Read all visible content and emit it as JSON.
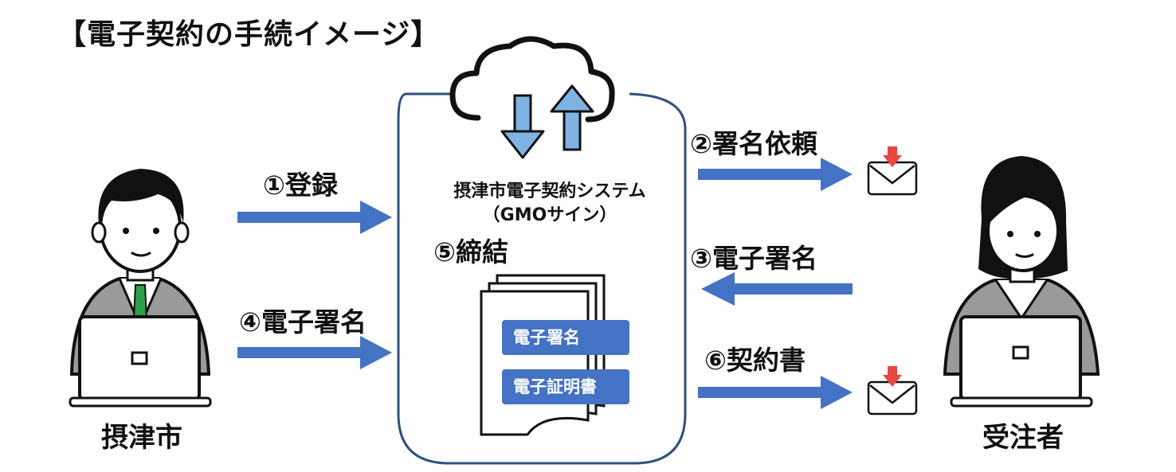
{
  "title": "【電子契約の手続イメージ】",
  "system": {
    "name": "摂津市電子契約システム",
    "provider": "（GMOサイン）"
  },
  "steps": {
    "register": "①登録",
    "request_sign": "②署名依頼",
    "contractor_sign": "③電子署名",
    "city_sign": "④電子署名",
    "conclude": "⑤締結",
    "contract_doc": "⑥契約書"
  },
  "document": {
    "tag_signature": "電子署名",
    "tag_certificate": "電子証明書"
  },
  "parties": {
    "city": "摂津市",
    "contractor": "受注者"
  },
  "colors": {
    "arrow": "#4472c4",
    "cloud_arrow": "#7fb3e3",
    "mail_arrow": "#e8473f",
    "tie": "#2e9e4a",
    "suit": "#9a9a9a",
    "border": "#2f4f7f"
  }
}
